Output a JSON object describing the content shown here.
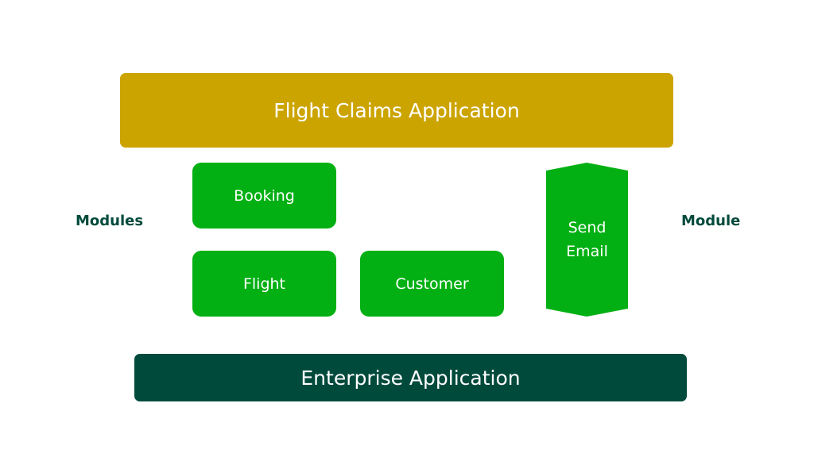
{
  "diagram": {
    "title": "Flight Claims Application",
    "base": "Enterprise Application",
    "labels": {
      "left": "Modules",
      "right": "Module"
    },
    "modules": [
      {
        "id": "booking",
        "label": "Booking"
      },
      {
        "id": "flight",
        "label": "Flight"
      },
      {
        "id": "customer",
        "label": "Customer"
      }
    ],
    "external_module": {
      "line1": "Send",
      "line2": "Email"
    },
    "colors": {
      "application": "#cca400",
      "enterprise": "#004a3c",
      "module": "#02b013",
      "label": "#004a3c"
    }
  }
}
